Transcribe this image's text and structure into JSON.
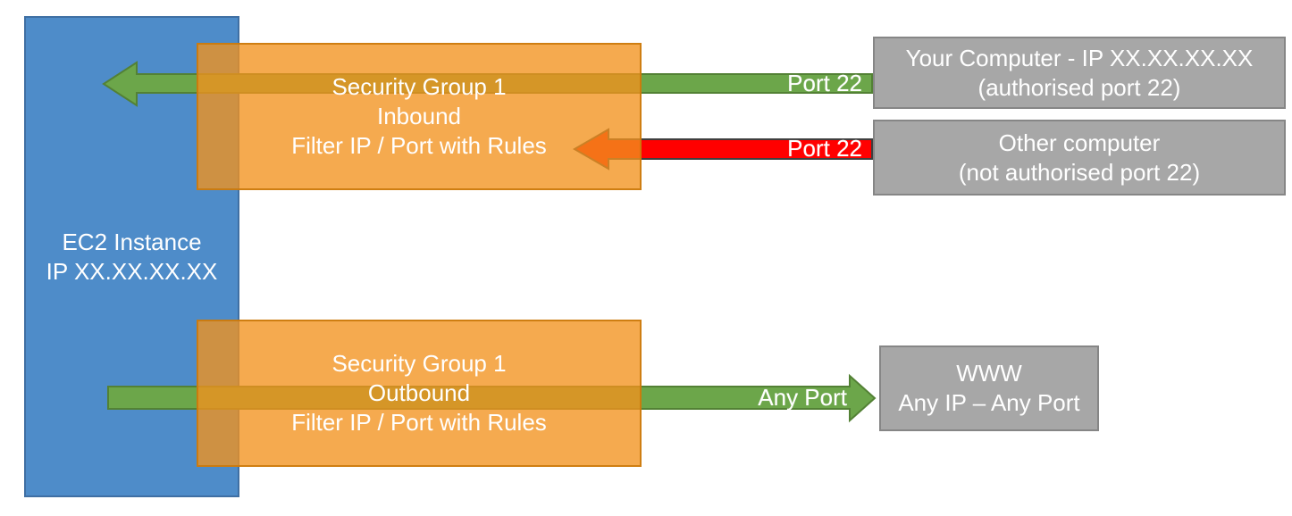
{
  "ec2": {
    "name": "EC2 Instance",
    "ip": "IP XX.XX.XX.XX"
  },
  "security_groups": {
    "inbound": {
      "title": "Security Group 1",
      "direction": "Inbound",
      "description": "Filter IP / Port with Rules"
    },
    "outbound": {
      "title": "Security Group 1",
      "direction": "Outbound",
      "description": "Filter IP / Port with Rules"
    }
  },
  "endpoints": {
    "your_computer": {
      "line1": "Your Computer - IP XX.XX.XX.XX",
      "line2": "(authorised port 22)"
    },
    "other_computer": {
      "line1": "Other computer",
      "line2": "(not authorised port 22)"
    },
    "www": {
      "line1": "WWW",
      "line2": "Any IP – Any Port"
    }
  },
  "arrows": {
    "inbound_allowed": {
      "label": "Port 22",
      "status": "allowed",
      "direction": "right-to-left"
    },
    "inbound_denied": {
      "label": "Port 22",
      "status": "denied",
      "direction": "right-to-left"
    },
    "outbound_allowed": {
      "label": "Any Port",
      "status": "allowed",
      "direction": "left-to-right"
    }
  },
  "colors": {
    "ec2_fill": "#4E8CC9",
    "ec2_border": "#3F6FA3",
    "security_group_fill": "#F2921D",
    "security_group_border": "#C9780A",
    "endpoint_fill": "#A7A7A7",
    "endpoint_border": "#868686",
    "allowed_green": "#6CA64A",
    "allowed_green_border": "#538135",
    "denied_red": "#FF0000",
    "denied_red_border": "#3F3F3F"
  }
}
